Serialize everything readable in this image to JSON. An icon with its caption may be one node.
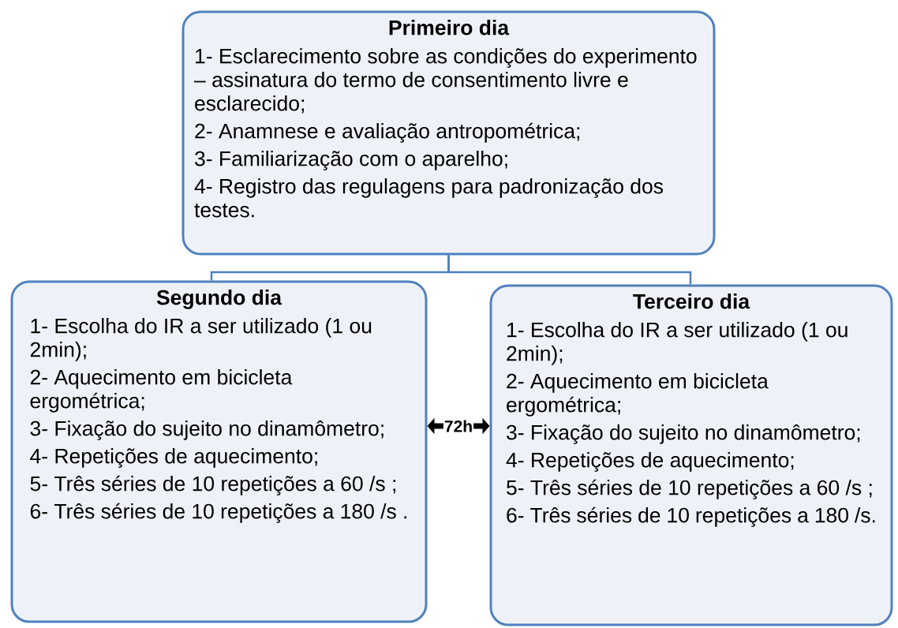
{
  "diagram": {
    "nodes": [
      {
        "text": [
          "Primeiro dia",
          "1- Esclarecimento sobre as condições do experimento – assinatura do termo de consentimento livre e esclarecido;",
          "2- Anamnese e avaliação antropométrica;",
          "3- Familiarização com o aparelho;",
          "4- Registro das regulagens para padronização dos testes."
        ]
      },
      {
        "text": [
          "Segundo dia",
          "1- Escolha do IR a ser utilizado (1 ou 2min);",
          "2- Aquecimento em bicicleta ergométrica;",
          "3- Fixação do sujeito no dinamômetro;",
          "4- Repetições de aquecimento;",
          "5- Três séries de 10 repetições a 60 /s ;",
          "6- Três séries de 10 repetições a 180 /s ."
        ]
      },
      {
        "text": [
          "Terceiro dia",
          "1- Escolha do IR a ser utilizado (1 ou 2min);",
          "2- Aquecimento em bicicleta ergométrica;",
          "3- Fixação do sujeito no dinamômetro;",
          "4- Repetições de aquecimento;",
          "5- Três séries de 10 repetições a 60 /s ;",
          "6- Três séries de 10 repetições a 180 /s."
        ]
      }
    ],
    "edges": [
      {
        "from": 0,
        "to": 1,
        "arrow": "none"
      },
      {
        "from": 0,
        "to": 2,
        "arrow": "none"
      },
      {
        "from": 1,
        "to": 2,
        "arrow": "both",
        "label": "72h",
        "style": "thick",
        "color": "#000000"
      }
    ]
  }
}
